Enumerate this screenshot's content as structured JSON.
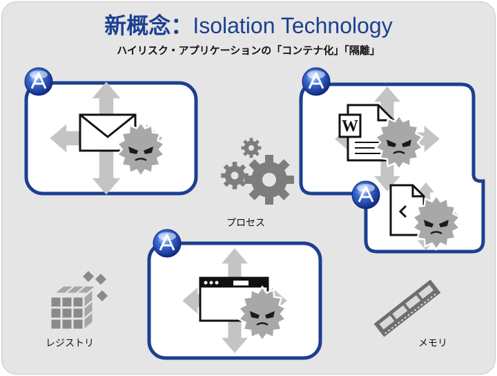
{
  "title": {
    "kanji": "新概念",
    "separator": "：",
    "english": "Isolation Technology"
  },
  "subtitle": "ハイリスク・アプリケーションの「コンテナ化」「隔離」",
  "labels": {
    "process": "プロセス",
    "registry": "レジストリ",
    "memory": "メモリ"
  },
  "word_icon_letter": "W",
  "colors": {
    "frame_border": "#1c3f91",
    "background": "#e5e5e5",
    "arrow": "#c4c4c4",
    "gear": "#7d7d7d",
    "virus": "#a8a8a8",
    "title": "#1c3f91"
  },
  "icons": [
    "isolation-logo-icon",
    "email-icon",
    "word-document-icon",
    "code-file-icon",
    "browser-window-icon",
    "virus-icon",
    "gears-icon",
    "registry-cubes-icon",
    "memory-chip-icon"
  ]
}
